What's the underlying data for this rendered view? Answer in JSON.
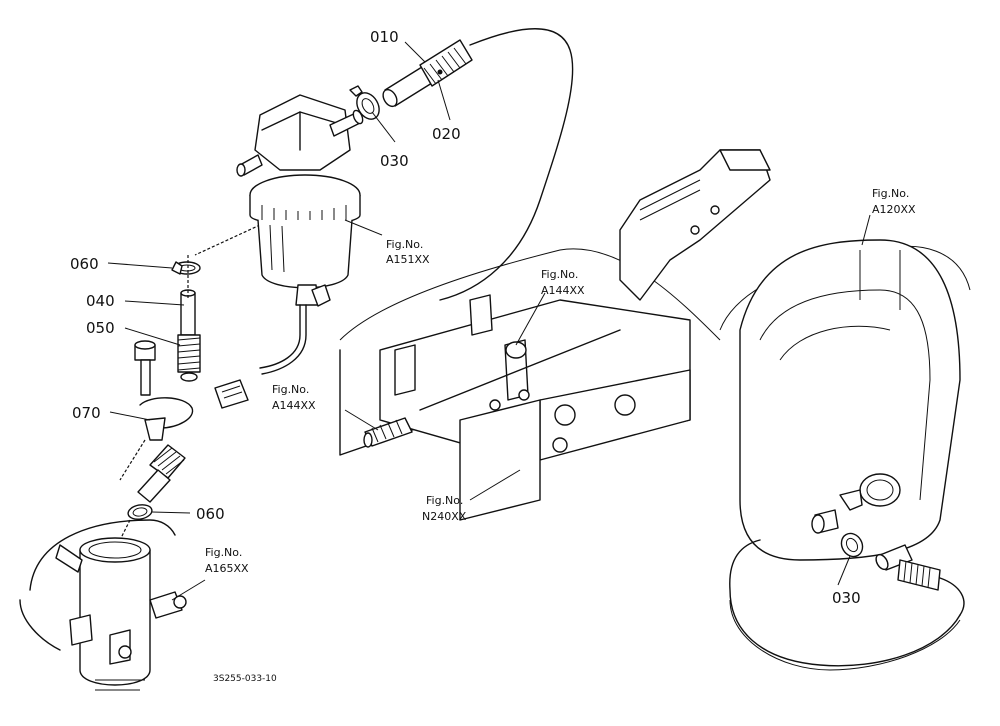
{
  "parts": [
    {
      "id": "010"
    },
    {
      "id": "020"
    },
    {
      "id": "030"
    },
    {
      "id": "060"
    },
    {
      "id": "040"
    },
    {
      "id": "050"
    },
    {
      "id": "070"
    },
    {
      "id": "060"
    },
    {
      "id": "030"
    }
  ],
  "figure_refs": [
    {
      "line1": "Fig.No.",
      "line2": "A151XX"
    },
    {
      "line1": "Fig.No.",
      "line2": "A144XX"
    },
    {
      "line1": "Fig.No.",
      "line2": "A144XX"
    },
    {
      "line1": "Fig.No.",
      "line2": "A120XX"
    },
    {
      "line1": "Fig.No.",
      "line2": "N240XX"
    },
    {
      "line1": "Fig.No.",
      "line2": "A165XX"
    }
  ],
  "drawing_code": "3S255-033-10"
}
